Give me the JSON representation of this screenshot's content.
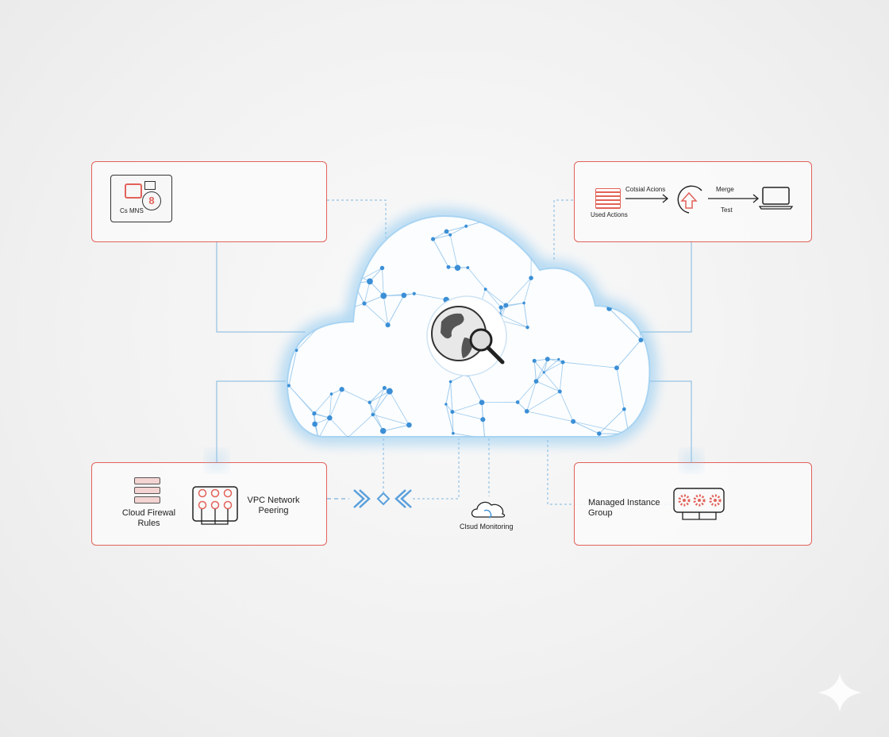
{
  "colors": {
    "accent": "#e2625a",
    "network": "#3b8fd6",
    "cloud_glow": "#8cc8f0"
  },
  "top_left": {
    "icon_label": "Cs MNS"
  },
  "top_right": {
    "source_label": "Used Actions",
    "arrow1_label": "Cotsial Acions",
    "arrow2_top": "Merge",
    "arrow2_bottom": "Test"
  },
  "bottom_left": {
    "firewall_label_1": "Cloud Firewal",
    "firewall_label_2": "Rules",
    "vpc_label_1": "VPC Network",
    "vpc_label_2": "Peering"
  },
  "monitoring": {
    "label": "Clsud Monitoring"
  },
  "bottom_right": {
    "label_1": "Managed Instance",
    "label_2": "Group"
  }
}
